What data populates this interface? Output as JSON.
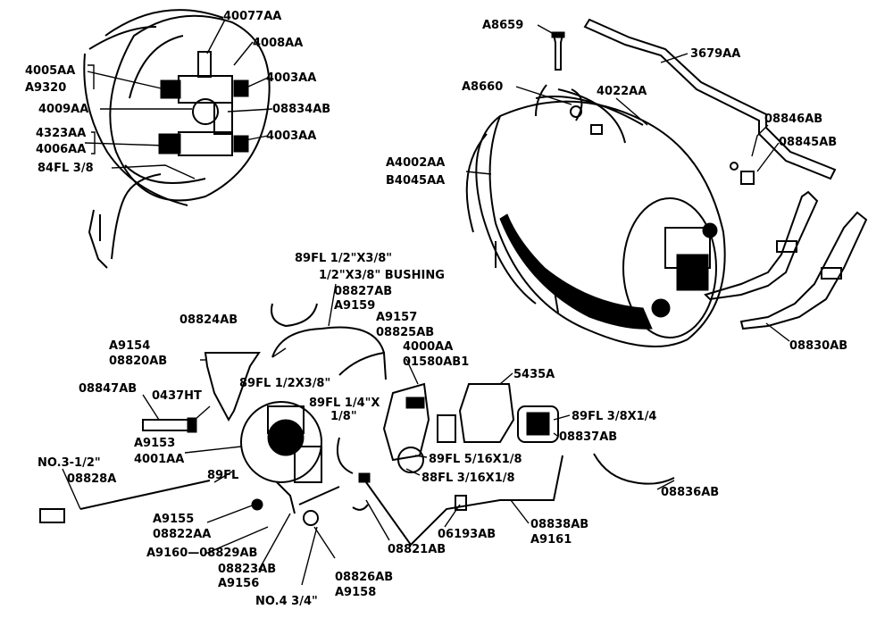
{
  "labels": {
    "l40077AA": "40077AA",
    "l4008AA": "4008AA",
    "l4005AA": "4005AA",
    "lA9320": "A9320",
    "l4003AA_top": "4003AA",
    "l4009AA": "4009AA",
    "l08834AB": "08834AB",
    "l4323AA": "4323AA",
    "l4006AA": "4006AA",
    "l4003AA_bot": "4003AA",
    "l84FL": "84FL 3/8",
    "lA8659": "A8659",
    "l3679AA": "3679AA",
    "lA8660": "A8660",
    "l4022AA": "4022AA",
    "l08846AB": "08846AB",
    "l08845AB": "08845AB",
    "lA4002AA": "A4002AA",
    "lB4045AA": "B4045AA",
    "l08830AB": "08830AB",
    "l89FL_12x38_top": "89FL 1/2\"X3/8\"",
    "lBushing": "1/2\"X3/8\" BUSHING",
    "l08827AB": "08827AB",
    "lA9159": "A9159",
    "l08824AB": "08824AB",
    "lA9157": "A9157",
    "l08825AB": "08825AB",
    "lA9154": "A9154",
    "l08820AB": "08820AB",
    "l4000AA": "4000AA",
    "l01580AB1": "01580AB1",
    "l5435A": "5435A",
    "l08847AB": "08847AB",
    "l0437HT": "0437HT",
    "l89FL_12x38_mid": "89FL 1/2X3/8\"",
    "l89FL_14x": "89FL 1/4\"X",
    "l18": "1/8\"",
    "l89FL_38x14": "89FL 3/8X1/4",
    "l08837AB": "08837AB",
    "lA9153": "A9153",
    "l4001AA": "4001AA",
    "lNO3": "NO.3-1/2\"",
    "l08828A": "08828A",
    "l89FL": "89FL",
    "l89FL_516": "89FL 5/16X1/8",
    "l88FL": "88FL 3/16X1/8",
    "l08836AB": "08836AB",
    "lA9155": "A9155",
    "l08822AA": "08822AA",
    "lA9160": "A9160—08829AB",
    "l08823AB": "08823AB",
    "lA9156": "A9156",
    "lNO4": "NO.4 3/4\"",
    "l08826AB": "08826AB",
    "lA9158": "A9158",
    "l06193AB": "06193AB",
    "l08821AB": "08821AB",
    "l08838AB": "08838AB",
    "lA9161": "A9161"
  }
}
